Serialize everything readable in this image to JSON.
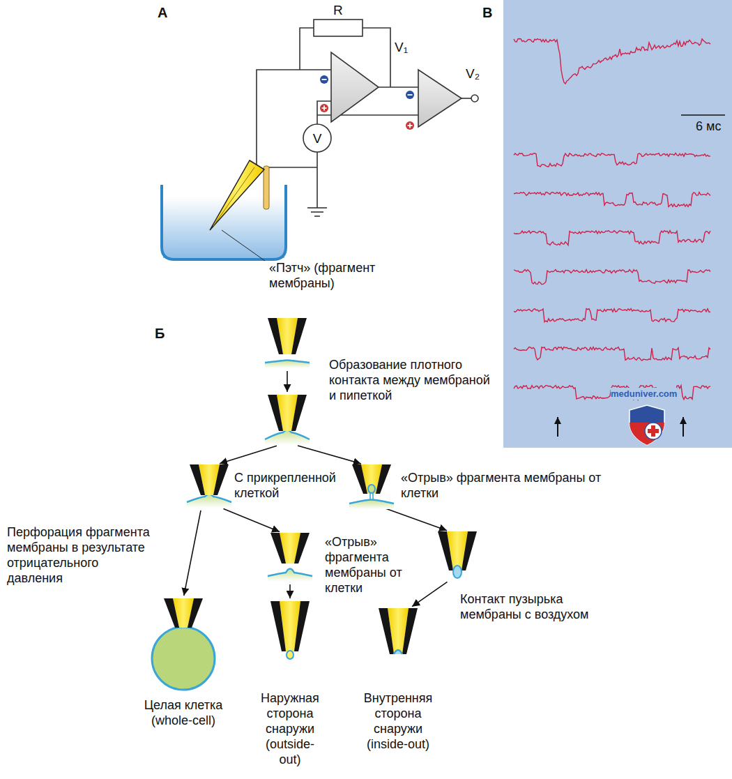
{
  "diagram": {
    "nodes": [
      {
        "text": []
      },
      {
        "text": []
      },
      {
        "text": [
          "С прикрепленной клеткой"
        ]
      },
      {
        "text": [
          "«Отрыв» фрагмента мембраны от клетки"
        ]
      },
      {
        "text": [
          "«Отрыв» фрагмента мембраны от клетки"
        ]
      },
      {
        "text": []
      },
      {
        "text": [
          "Целая клетка (whole-cell)"
        ]
      },
      {
        "text": [
          "Наружная сторона снаружи (outside-out)"
        ]
      },
      {
        "text": [
          "Внутренняя сторона снаружи (inside-out)"
        ]
      }
    ],
    "edges": [
      {
        "from": 0,
        "to": 1,
        "arrow": "to",
        "label": "Образование плотного контакта между мембраной и пипеткой"
      },
      {
        "from": 1,
        "to": 2,
        "arrow": "to"
      },
      {
        "from": 1,
        "to": 3,
        "arrow": "to"
      },
      {
        "from": 2,
        "to": 6,
        "arrow": "to",
        "label": "Перфорация фрагмента мембраны в результате отрицательного давления"
      },
      {
        "from": 2,
        "to": 4,
        "arrow": "to"
      },
      {
        "from": 4,
        "to": 7,
        "arrow": "to"
      },
      {
        "from": 3,
        "to": 5,
        "arrow": "to"
      },
      {
        "from": 5,
        "to": 8,
        "arrow": "to",
        "label": "Контакт пузырька мембраны с воздухом"
      }
    ],
    "labels": [
      "А",
      "R",
      "V₁",
      "V₂",
      "V",
      "«Пэтч» (фрагмент мембраны)",
      "В",
      "6 мс",
      "meduniver.com",
      "Б"
    ]
  }
}
